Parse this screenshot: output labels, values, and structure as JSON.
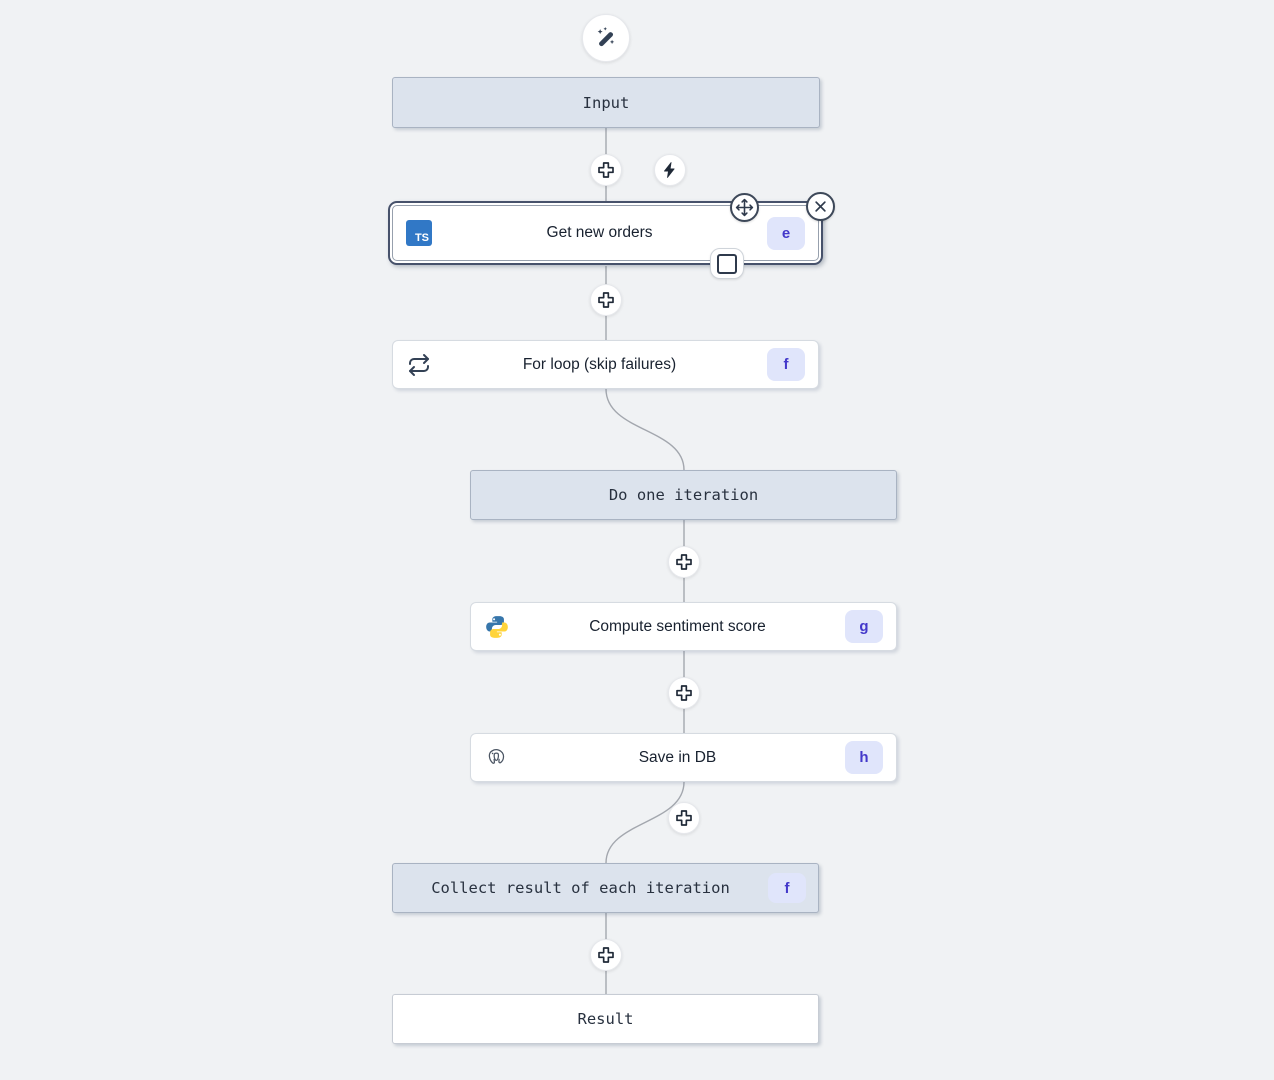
{
  "canvas": {
    "background": "#f0f2f4",
    "connector_color": "#a3a7ae"
  },
  "icons": {
    "ts_logo_text": "TS"
  },
  "nodes": [
    {
      "label": "Input",
      "kind": "virtual"
    },
    {
      "label": "Get new orders",
      "badge": "e",
      "language": "typescript",
      "selected": true
    },
    {
      "label": "For loop (skip failures)",
      "badge": "f",
      "icon": "repeat-icon"
    },
    {
      "label": "Do one iteration",
      "kind": "virtual"
    },
    {
      "label": "Compute sentiment score",
      "badge": "g",
      "language": "python"
    },
    {
      "label": "Save in DB",
      "badge": "h",
      "language": "postgresql"
    },
    {
      "label": "Collect result of each iteration",
      "badge": "f",
      "kind": "virtual"
    },
    {
      "label": "Result",
      "kind": "virtual"
    }
  ],
  "colors": {
    "virtual_node_bg": "#dce3ed",
    "virtual_node_border": "#a9b3c2",
    "script_node_border": "#d6dbe1",
    "selected_border": "#47526b",
    "badge_bg": "#e0e5fb",
    "badge_text": "#4338ca",
    "icon_dark": "#334155",
    "ts_blue": "#3178c6",
    "python_blue": "#3776ab",
    "python_yellow": "#ffd43b"
  }
}
